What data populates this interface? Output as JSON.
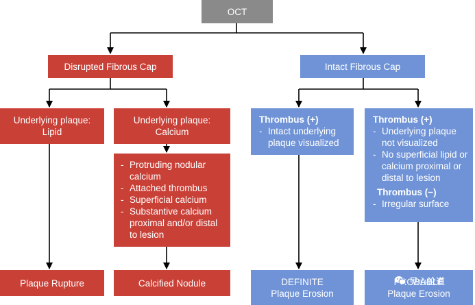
{
  "nodes": {
    "oct": "OCT",
    "disrupted_cap": "Disrupted Fibrous Cap",
    "intact_cap": "Intact Fibrous Cap",
    "plaque_lipid": {
      "line1": "Underlying plaque:",
      "line2": "Lipid"
    },
    "plaque_calcium": {
      "line1": "Underlying plaque:",
      "line2": "Calcium"
    },
    "calcium_features": [
      "Protruding nodular calcium",
      "Attached thrombus",
      "Superficial calcium",
      "Substantive calcium proximal and/or distal to lesion"
    ],
    "thrombus_left": {
      "heading": "Thrombus (+)",
      "items": [
        "Intact underlying plaque visualized"
      ]
    },
    "thrombus_right": {
      "heading_pos": "Thrombus (+)",
      "items_pos": [
        "Underlying plaque not visualized",
        "No superficial lipid or calcium proximal or distal to lesion"
      ],
      "heading_neg": "Thrombus (−)",
      "items_neg": [
        "Irregular surface"
      ]
    },
    "plaque_rupture": "Plaque Rupture",
    "calcified_nodule": "Calcified Nodule",
    "definite_erosion": {
      "line1": "DEFINITE",
      "line2": "Plaque Erosion"
    },
    "probable_erosion": {
      "line1": "PROBABLE",
      "line2": "Plaque Erosion"
    }
  },
  "watermark": "见心论道",
  "colors": {
    "gray": "#8a8a8a",
    "red": "#c94037",
    "blue": "#6f93d6",
    "line": "#000000"
  }
}
